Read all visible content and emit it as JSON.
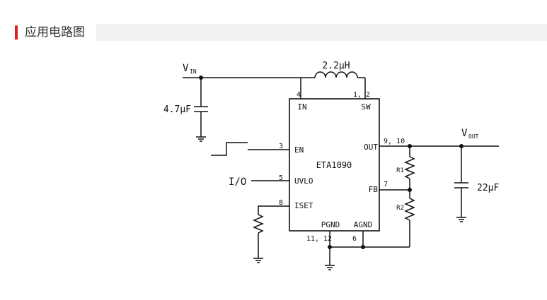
{
  "header": {
    "title": "应用电路图"
  },
  "schematic": {
    "chip_name": "ETA1090",
    "inputs": {
      "vin_main": "V",
      "vin_sub": "IN",
      "vout_main": "V",
      "vout_sub": "OUT",
      "io_label": "I/O"
    },
    "components": {
      "inductor": "2.2μH",
      "cap_in": "4.7μF",
      "cap_out": "22μF",
      "r1": "R1",
      "r2": "R2"
    },
    "pins": {
      "in_name": "IN",
      "in_num": "4",
      "sw_name": "SW",
      "sw_num": "1, 2",
      "en_name": "EN",
      "en_num": "3",
      "uvlo_name": "UVLO",
      "uvlo_num": "5",
      "iset_name": "ISET",
      "iset_num": "8",
      "out_name": "OUT",
      "out_num": "9, 10",
      "fb_name": "FB",
      "fb_num": "7",
      "pgnd_name": "PGND",
      "pgnd_num": "11, 12",
      "agnd_name": "AGND",
      "agnd_num": "6"
    }
  }
}
